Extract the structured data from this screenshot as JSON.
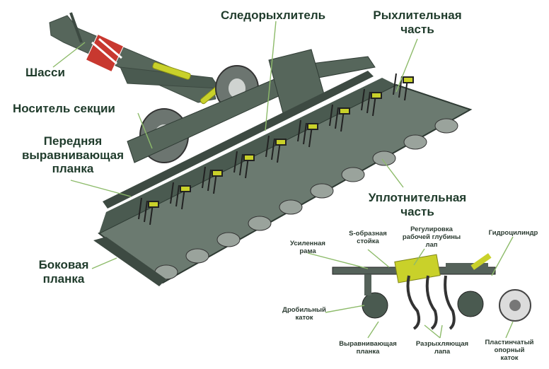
{
  "colors": {
    "frame": "#4a5a50",
    "frame_dark": "#2e3a33",
    "accent": "#c9d12a",
    "leader": "#8dbb6a",
    "label": "#1f3b2b"
  },
  "labels": {
    "shassi": "Шасси",
    "nositel": "Носитель секции",
    "perednyaya": [
      "Передняя",
      "выравнивающая",
      "планка"
    ],
    "bokovaya": [
      "Боковая",
      "планка"
    ],
    "sledorykhlitel": "Следорыхлитель",
    "rykhlitelnaya": [
      "Рыхлительная",
      "часть"
    ],
    "uplotnitelnaya": [
      "Уплотнительная",
      "часть"
    ]
  },
  "detail_labels": {
    "usilennaya_rama": [
      "Усиленная",
      "рама"
    ],
    "s_stoyka": [
      "S-образная",
      "стойка"
    ],
    "regulirovka": [
      "Регулировка",
      "рабочей глубины",
      "лап"
    ],
    "gidrotsilindr": "Гидроцилиндр",
    "drobilny_katok": [
      "Дробильный",
      "каток"
    ],
    "vyravnivayushchaya": [
      "Выравнивающая",
      "планка"
    ],
    "razryhlyayushchaya": [
      "Разрыхляющая",
      "лапа"
    ],
    "plastinchatyi": [
      "Пластинчатый",
      "опорный",
      "каток"
    ]
  }
}
